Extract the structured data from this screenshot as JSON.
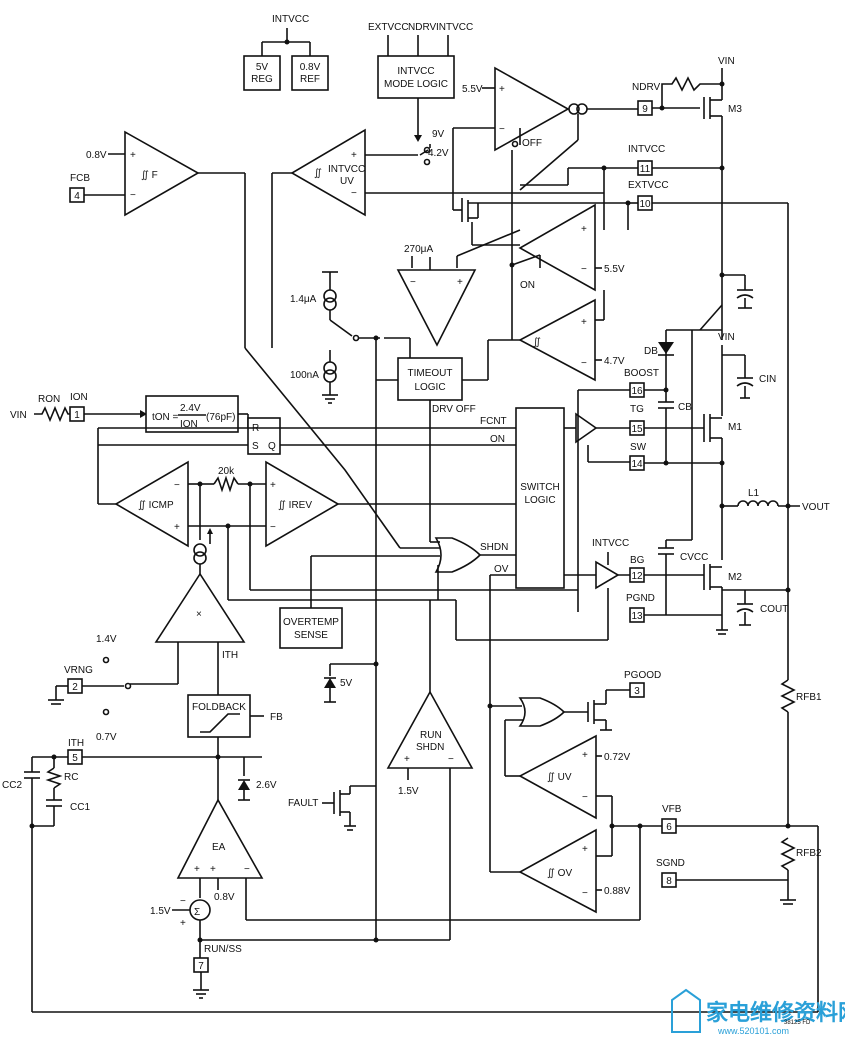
{
  "diagram": {
    "figure_code": "38125 FD",
    "supply_labels": {
      "intvcc_top": "INTVCC",
      "extvcc": "EXTVCC",
      "ndrv": "NDRV",
      "intvcc2": "INTVCC",
      "vin_top": "VIN",
      "vin_mid": "VIN",
      "vin_left": "VIN"
    },
    "blocks": {
      "reg5v": "5V REG",
      "ref08": "0.8V REF",
      "mode_logic": "INTVCC MODE LOGIC",
      "timeout_logic": "TIMEOUT LOGIC",
      "switch_logic": "SWITCH LOGIC",
      "overtemp": "OVERTEMP SENSE",
      "foldback": "FOLDBACK",
      "ton": "tON = 2.4V/ION (76pF)",
      "rs_latch": "R S Q",
      "ea": "EA",
      "run_shdn": "RUN SHDN",
      "mult": "×",
      "sum": "Σ",
      "ov": "OV",
      "uv": "UV",
      "icmp": "ICMP",
      "irev": "IREV",
      "f": "F",
      "intvcc_uv": "INTVCC UV"
    },
    "pins": [
      {
        "num": "1",
        "name": "ION"
      },
      {
        "num": "2",
        "name": "VRNG"
      },
      {
        "num": "3",
        "name": "PGOOD"
      },
      {
        "num": "4",
        "name": "FCB"
      },
      {
        "num": "5",
        "name": "ITH"
      },
      {
        "num": "6",
        "name": "VFB"
      },
      {
        "num": "7",
        "name": "RUN/SS"
      },
      {
        "num": "8",
        "name": "SGND"
      },
      {
        "num": "9",
        "name": "NDRV"
      },
      {
        "num": "10",
        "name": "EXTVCC"
      },
      {
        "num": "11",
        "name": "INTVCC"
      },
      {
        "num": "12",
        "name": "BG"
      },
      {
        "num": "13",
        "name": "PGND"
      },
      {
        "num": "14",
        "name": "SW"
      },
      {
        "num": "15",
        "name": "TG"
      },
      {
        "num": "16",
        "name": "BOOST"
      }
    ],
    "voltages": {
      "v08": "0.8V",
      "v55a": "5.5V",
      "v55b": "5.5V",
      "v9": "9V",
      "v42": "4.2V",
      "v47": "4.7V",
      "v14": "1.4V",
      "v07": "0.7V",
      "v5": "5V",
      "v26": "2.6V",
      "v15a": "1.5V",
      "v15b": "1.5V",
      "v08b": "0.8V",
      "v072": "0.72V",
      "v088": "0.88V"
    },
    "currents": {
      "i270": "270μA",
      "i14": "1.4μA",
      "i100": "100nA"
    },
    "components": {
      "ron": "RON",
      "r20k": "20k",
      "rc": "RC",
      "cc1": "CC1",
      "cc2": "CC2",
      "db": "DB",
      "cb": "CB",
      "cin": "CIN",
      "cvcc": "CVCC",
      "cout": "COUT",
      "l1": "L1",
      "rfb1": "RFB1",
      "rfb2": "RFB2",
      "m1": "M1",
      "m2": "M2",
      "m3": "M3"
    },
    "signals": {
      "fcnt": "FCNT",
      "on": "ON",
      "on2": "ON",
      "shdn": "SHDN",
      "ov_sig": "OV",
      "drv_off": "DRV OFF",
      "off": "OFF",
      "vout": "VOUT",
      "ith_out": "ITH",
      "fb": "FB",
      "fault": "FAULT"
    },
    "watermark": {
      "text": "家电维修资料网",
      "url": "www.520101.com"
    }
  }
}
